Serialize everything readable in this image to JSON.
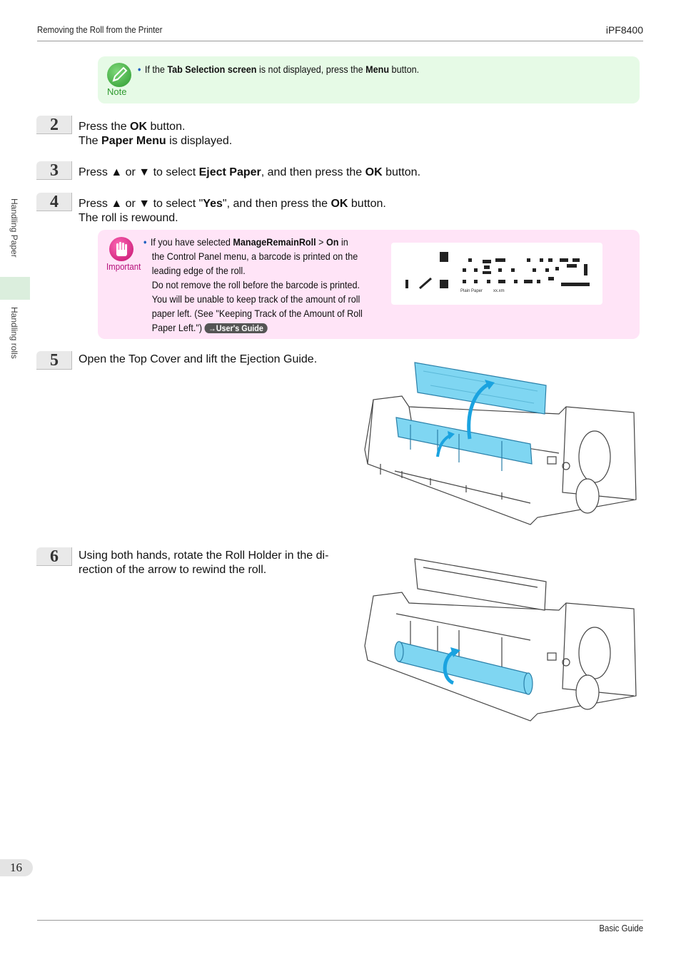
{
  "header": {
    "section": "Removing the Roll from the Printer",
    "model": "iPF8400"
  },
  "footer": {
    "page_number": "16",
    "guide": "Basic Guide"
  },
  "sidebar": {
    "chapter": "Handling Paper",
    "topic": "Handling rolls"
  },
  "note": {
    "label": "Note",
    "p1": "If the ",
    "b1": "Tab Selection screen",
    "p2": " is not displayed, press the ",
    "b2": "Menu",
    "p3": " button."
  },
  "steps": [
    {
      "num": "2",
      "l1a": "Press the ",
      "l1b": "OK",
      "l1c": " button.",
      "l2a": "The ",
      "l2b": "Paper Menu",
      "l2c": " is displayed."
    },
    {
      "num": "3",
      "a": "Press ▲ or ▼ to select ",
      "b": "Eject Paper",
      "c": ", and then press the ",
      "d": "OK",
      "e": " button."
    },
    {
      "num": "4",
      "a": "Press ▲ or ▼ to select \"",
      "b": "Yes",
      "c": "\", and then press the ",
      "d": "OK",
      "e": " button.",
      "l2": "The roll is rewound."
    },
    {
      "num": "5",
      "text": "Open the Top Cover and lift the Ejection Guide."
    },
    {
      "num": "6",
      "l1": "Using both hands, rotate the Roll Holder in the di-",
      "l2": "rection of the arrow to rewind the roll."
    }
  ],
  "important": {
    "label": "Important",
    "l1a": "If you have selected ",
    "l1b": "ManageRemainRoll",
    "l1c": " > ",
    "l1d": "On",
    "l1e": " in",
    "l2": "the Control Panel menu, a barcode is printed on the",
    "l3": "leading edge of the roll.",
    "l4": "Do not remove the roll before the barcode is printed.",
    "l5": "You will be unable to keep track of the amount of roll",
    "l6": "paper left.  (See \"Keeping Track of the Amount of Roll",
    "l7": "Paper Left.\") ",
    "guide_link": "→User's Guide",
    "barcode_caption_left": "Plain Paper",
    "barcode_caption_right": "xx.xm"
  },
  "colors": {
    "note_bg": "#e6fae6",
    "important_bg": "#ffe4f7",
    "highlight_blue": "#7fd6f2",
    "arrow_blue": "#1aa3e0"
  }
}
